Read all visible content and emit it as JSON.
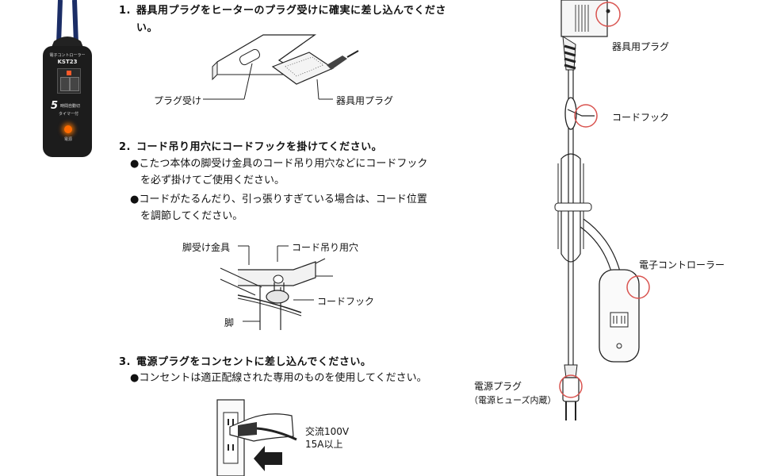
{
  "device": {
    "brand_line": "電子コントローラー",
    "model": "KST23",
    "timer_digit": "5",
    "timer_line1": "時間自動切",
    "timer_line2": "タイマー付",
    "power_label": "電源"
  },
  "steps": [
    {
      "number": "1.",
      "text_line1": "器具用プラグをヒーターのプラグ受けに確実に差し込んでくださ",
      "text_line2": "い。",
      "labels": {
        "receptacle": "プラグ受け",
        "appliance_plug": "器具用プラグ"
      }
    },
    {
      "number": "2.",
      "text": "コード吊り用穴にコードフックを掛けてください。",
      "bullets": [
        {
          "line1": "●こたつ本体の脚受け金具のコード吊り用穴などにコードフック",
          "line2": "を必ず掛けてご使用ください。"
        },
        {
          "line1": "●コードがたるんだり、引っ張りすぎている場合は、コード位置",
          "line2": "を調節してください。"
        }
      ],
      "labels": {
        "leg_bracket": "脚受け金具",
        "cord_hole": "コード吊り用穴",
        "cord_hook": "コードフック",
        "leg": "脚"
      }
    },
    {
      "number": "3.",
      "text": "電源プラグをコンセントに差し込んでください。",
      "bullets": [
        {
          "line1": "●コンセントは適正配線された専用のものを使用してください。"
        }
      ],
      "labels": {
        "voltage": "交流100V",
        "current": "15A以上"
      }
    }
  ],
  "right_diagram": {
    "appliance_plug": "器具用プラグ",
    "cord_hook": "コードフック",
    "controller": "電子コントローラー",
    "power_plug": "電源プラグ",
    "power_plug_note": "（電源ヒューズ内蔵）"
  },
  "colors": {
    "highlight_circle": "#d9534f",
    "device_body": "#1c1c1c",
    "indicator": "#ff6a00"
  }
}
